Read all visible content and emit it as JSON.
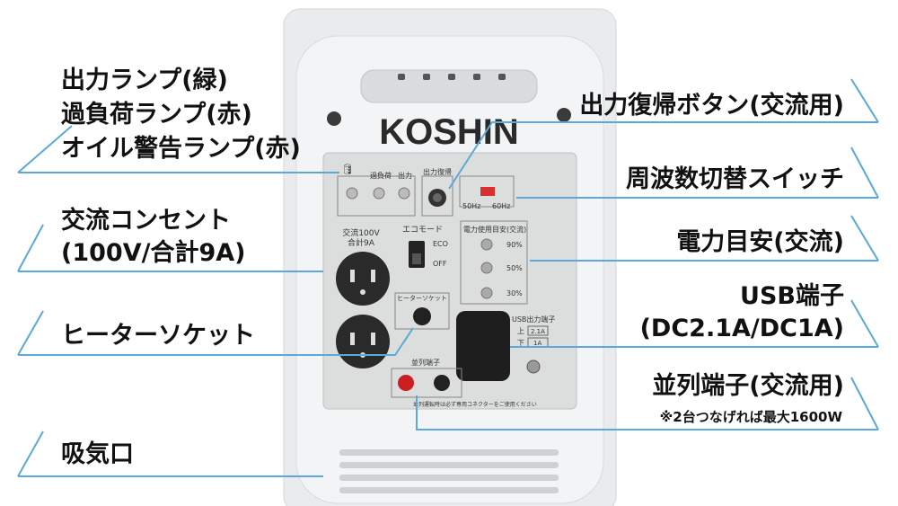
{
  "device": {
    "brand": "KOSHIN",
    "panel": {
      "lamp_labels": [
        "過負荷",
        "出力"
      ],
      "reset_label": "出力復帰",
      "freq_labels": [
        "50Hz",
        "60Hz"
      ],
      "outlet_label": [
        "交流100V",
        "合計9A"
      ],
      "eco_title": "エコモード",
      "eco_on": "ECO",
      "eco_off": "OFF",
      "meter_title": "電力使用目安(交流)",
      "meter_levels": [
        "90%",
        "50%",
        "30%"
      ],
      "heater_label": "ヒーターソケット",
      "usb_title": "USB出力端子",
      "usb_upper": "上",
      "usb_upper_val": "2.1A",
      "usb_lower": "下",
      "usb_lower_val": "1A",
      "parallel_label": "並列端子",
      "parallel_note": "並列運転時は必ず専用コネクターをご使用ください"
    }
  },
  "callouts": {
    "lamps": [
      "出力ランプ(緑)",
      "過負荷ランプ(赤)",
      "オイル警告ランプ(赤)"
    ],
    "outlet": [
      "交流コンセント",
      "(100V/合計9A)"
    ],
    "heater": "ヒーターソケット",
    "intake": "吸気口",
    "reset": "出力復帰ボタン(交流用)",
    "freq": "周波数切替スイッチ",
    "meter": "電力目安(交流)",
    "usb": [
      "USB端子",
      "(DC2.1A/DC1A)"
    ],
    "parallel": "並列端子(交流用)",
    "parallel_note": "※2台つなげれば最大1600W"
  },
  "colors": {
    "accent_line": "#5aa9d6",
    "body": "#eceeef",
    "panel": "#dfe0e0",
    "lamp_red": "#d8302e",
    "terminal_red": "#cc1f1f"
  }
}
